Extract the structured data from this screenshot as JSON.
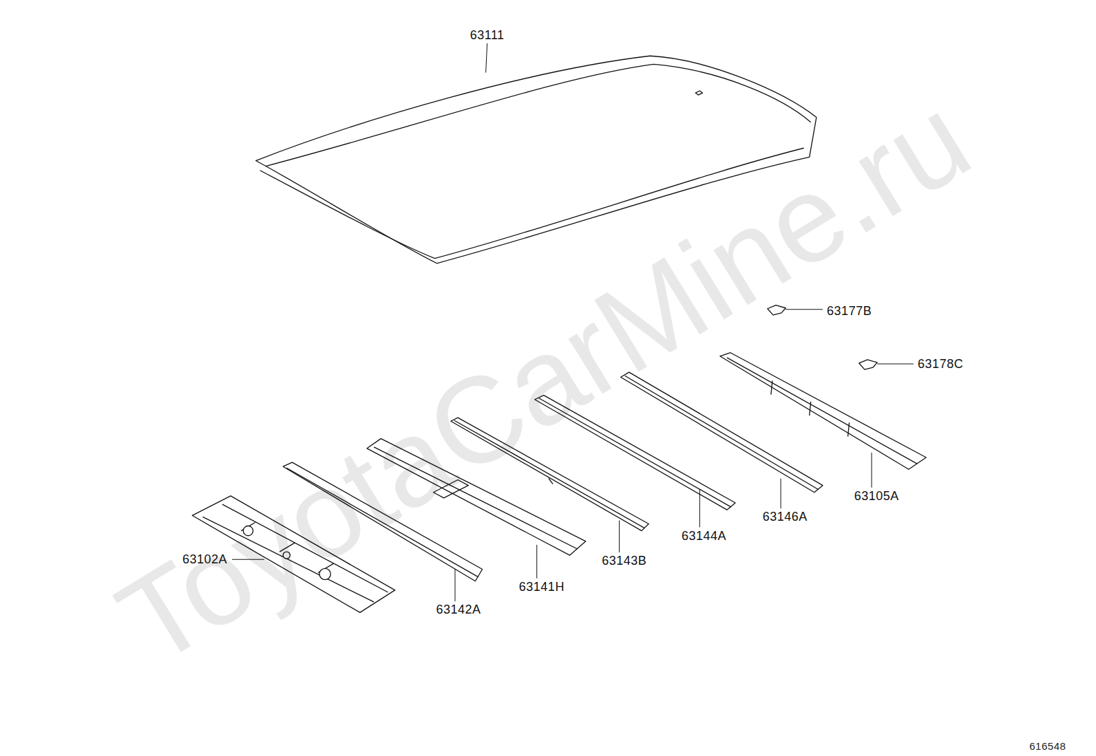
{
  "diagram": {
    "labels": [
      "63111",
      "63177B",
      "63178C",
      "63105A",
      "63146A",
      "63144A",
      "63143B",
      "63141H",
      "63142A",
      "63102A",
      "ToyotaCarMine.ru",
      "616548"
    ]
  }
}
